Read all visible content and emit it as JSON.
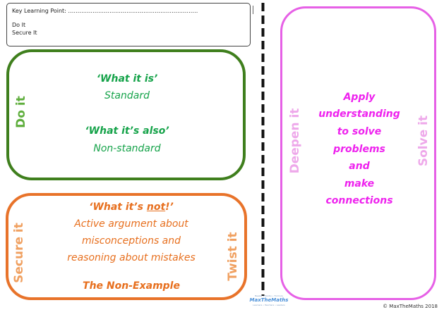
{
  "key_learning": {
    "title": "Key Learning Point: ……………………………………………………………",
    "do_it": "Do It",
    "secure_it": "Secure It"
  },
  "do_it_box": {
    "side_label": "Do it",
    "heading1": "‘What it is’",
    "line1": "Standard",
    "heading2": "‘What it’s also’",
    "line2": "Non-standard"
  },
  "secure_box": {
    "side_label": "Secure it",
    "right_label": "Twist it",
    "heading_pre": "‘What it’s ",
    "heading_not": "not",
    "heading_post": "!’",
    "line1": "Active argument about",
    "line2": "misconceptions and",
    "line3": "reasoning about mistakes",
    "footer": "The Non-Example"
  },
  "deepen_box": {
    "left_label": "Deepen it",
    "right_label": "Solve it",
    "lines": [
      "Apply",
      "understanding",
      "to solve",
      "problems",
      "and",
      "make",
      "connections"
    ]
  },
  "logo": {
    "line1": "Beaker • Pantry • Formula",
    "line2": "MaxTheMaths",
    "line3": "Learners • Teachers • Leaders"
  },
  "footer": {
    "copyright": "© MaxTheMaths 2018"
  },
  "colors": {
    "green_border": "#3f7f1d",
    "green_text": "#16a34a",
    "orange_border": "#e8732a",
    "orange_text": "#e76f1e",
    "pink_border": "#e660e6",
    "pink_text": "#ee22ee"
  }
}
